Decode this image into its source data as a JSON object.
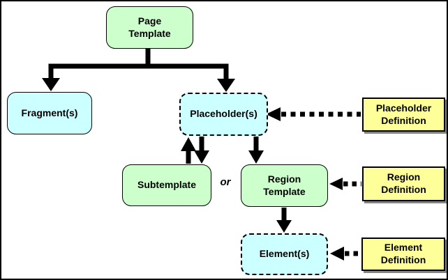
{
  "diagram": {
    "background": "#ffffff",
    "frame_color": "#000000"
  },
  "colors": {
    "template_green": "#ccffcc",
    "content_cyan": "#ccffff",
    "definition_yellow": "#ffff99",
    "connector_black": "#000000",
    "definition_shadow_gray": "#848484"
  },
  "nodes": {
    "page_template": {
      "line1": "Page",
      "line2": "Template",
      "fill": "#ccffcc",
      "border": "solid-rounded"
    },
    "fragments": {
      "line1": "Fragment(s)",
      "fill": "#ccffff",
      "border": "solid-rounded"
    },
    "placeholders": {
      "line1": "Placeholder(s)",
      "fill": "#ccffff",
      "border": "dashed-rounded"
    },
    "subtemplate": {
      "line1": "Subtemplate",
      "fill": "#ccffcc",
      "border": "solid-rounded"
    },
    "region_template": {
      "line1": "Region",
      "line2": "Template",
      "fill": "#ccffcc",
      "border": "solid-rounded"
    },
    "elements": {
      "line1": "Element(s)",
      "fill": "#ccffff",
      "border": "dashed-rounded"
    },
    "placeholder_definition": {
      "line1": "Placeholder",
      "line2": "Definition",
      "fill": "#ffff99",
      "border": "solid-square"
    },
    "region_definition": {
      "line1": "Region",
      "line2": "Definition",
      "fill": "#ffff99",
      "border": "solid-square"
    },
    "element_definition": {
      "line1": "Element",
      "line2": "Definition",
      "fill": "#ffff99",
      "border": "solid-square"
    }
  },
  "labels": {
    "or": "or"
  },
  "edges": [
    {
      "from": "page_template",
      "to": "fragments",
      "style": "solid-arrow"
    },
    {
      "from": "page_template",
      "to": "placeholders",
      "style": "solid-arrow"
    },
    {
      "from": "subtemplate",
      "to": "placeholders",
      "style": "solid-arrow"
    },
    {
      "from": "placeholders",
      "to": "subtemplate",
      "style": "solid-arrow"
    },
    {
      "from": "placeholders",
      "to": "region_template",
      "style": "solid-arrow"
    },
    {
      "from": "region_template",
      "to": "elements",
      "style": "solid-arrow"
    },
    {
      "from": "placeholder_definition",
      "to": "placeholders",
      "style": "dashed-arrow"
    },
    {
      "from": "region_definition",
      "to": "region_template",
      "style": "dashed-arrow"
    },
    {
      "from": "element_definition",
      "to": "elements",
      "style": "dashed-arrow"
    }
  ]
}
